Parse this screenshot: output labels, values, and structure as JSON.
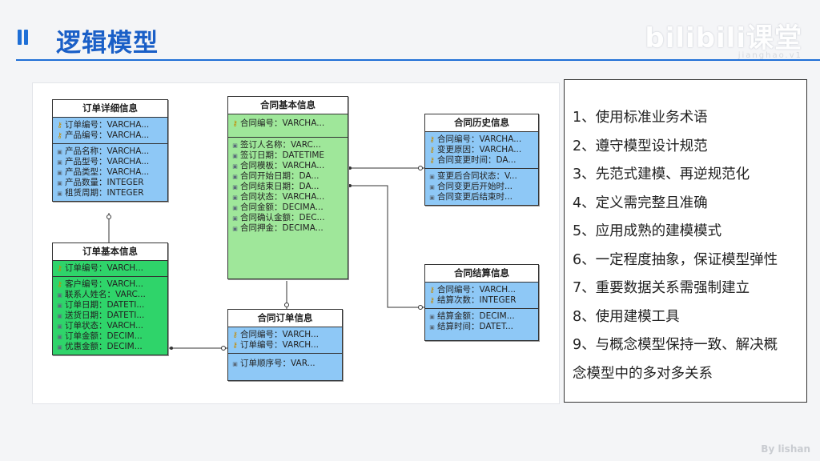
{
  "header": {
    "title": "逻辑模型",
    "watermark": "bilibili课堂",
    "watermark_sub": "jianghao.v1"
  },
  "footer": {
    "credit": "By lishan"
  },
  "diagram": {
    "entities": {
      "order_detail": {
        "title": "订单详细信息",
        "keys": [
          "订单编号：VARCHA...",
          "产品编号：VARCHA..."
        ],
        "attrs": [
          "产品名称：VARCHA...",
          "产品型号：VARCHA...",
          "产品类型：VARCHA...",
          "产品数量：INTEGER",
          "租赁周期：INTEGER"
        ]
      },
      "order_basic": {
        "title": "订单基本信息",
        "keys": [
          "订单编号：VARCH..."
        ],
        "attrs": [
          "客户编号：VARCH...",
          "联系人姓名：VARC...",
          "订单日期：DATETI...",
          "送货日期：DATETI...",
          "订单状态：VARCH...",
          "订单金额：DECIM...",
          "优惠金额：DECIM..."
        ]
      },
      "contract_basic": {
        "title": "合同基本信息",
        "keys": [
          "合同编号：VARCHA..."
        ],
        "attrs": [
          "签订人名称：VARC...",
          "签订日期：DATETIME",
          "合同模板：VARCHA...",
          "合同开始日期：DA...",
          "合同结束日期：DA...",
          "合同状态：VARCHA...",
          "合同金额：DECIMA...",
          "合同确认金额：DEC...",
          "合同押金：DECIMA..."
        ]
      },
      "contract_order": {
        "title": "合同订单信息",
        "keys": [
          "合同编号：VARCH...",
          "订单编号：VARCH..."
        ],
        "attrs": [
          "订单顺序号：VAR..."
        ]
      },
      "contract_history": {
        "title": "合同历史信息",
        "keys": [
          "合同编号：VARCHA...",
          "变更原因：VARCHA...",
          "合同变更时间：DA..."
        ],
        "attrs": [
          "变更后合同状态：V...",
          "合同变更后开始时...",
          "合同变更后结束时..."
        ]
      },
      "contract_settle": {
        "title": "合同结算信息",
        "keys": [
          "合同编号：VARCH...",
          "结算次数：INTEGER"
        ],
        "attrs": [
          "结算金额：DECIM...",
          "结算时间：DATET..."
        ]
      }
    }
  },
  "notes": {
    "items": [
      "1、使用标准业务术语",
      "2、遵守模型设计规范",
      "3、先范式建模、再逆规范化",
      "4、定义需完整且准确",
      "5、应用成熟的建模模式",
      "6、一定程度抽象，保证模型弹性",
      "7、重要数据关系需强制建立",
      "8、使用建模工具",
      "9、与概念模型保持一致、解决概",
      "念模型中的多对多关系"
    ]
  },
  "colors": {
    "accent": "#1f6fd6",
    "entity_blue": "#8ec8f6",
    "entity_green": "#9fe79a",
    "entity_dark_green": "#2fd46a"
  },
  "icons": {
    "key": "key-icon",
    "attribute": "attribute-icon"
  }
}
